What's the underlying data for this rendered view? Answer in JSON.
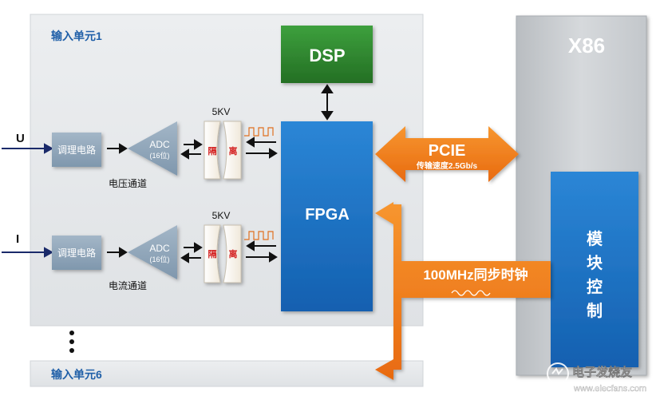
{
  "unit1": {
    "label": "输入单元1"
  },
  "unit6": {
    "label": "输入单元6"
  },
  "x86": {
    "label": "X86"
  },
  "dsp": {
    "label": "DSP"
  },
  "fpga": {
    "label": "FPGA"
  },
  "module_ctrl": {
    "chars": [
      "模",
      "块",
      "控",
      "制"
    ]
  },
  "pcie": {
    "label": "PCIE",
    "rate": "传输速度2.5Gb/s"
  },
  "clock": {
    "label": "100MHz同步时钟"
  },
  "channel_u": {
    "input": "U",
    "conditioning": "调理电路",
    "adc": "ADC",
    "adc_bits": "(16位)",
    "kv": "5KV",
    "iso_left": "隔",
    "iso_right": "离",
    "name": "电压通道"
  },
  "channel_i": {
    "input": "I",
    "conditioning": "调理电路",
    "adc": "ADC",
    "adc_bits": "(16位)",
    "kv": "5KV",
    "iso_left": "隔",
    "iso_right": "离",
    "name": "电流通道"
  },
  "watermark": {
    "brand": "电子发烧友",
    "url": "www.elecfans.com"
  },
  "colors": {
    "panel": "#e4e7ea",
    "blue_box": "#1e6fc0",
    "dsp_green": "#2f8a2f",
    "arrow_orange": "#f07a1a",
    "label_blue": "#1f5fa8",
    "gray_box": "#8ea4b8"
  }
}
